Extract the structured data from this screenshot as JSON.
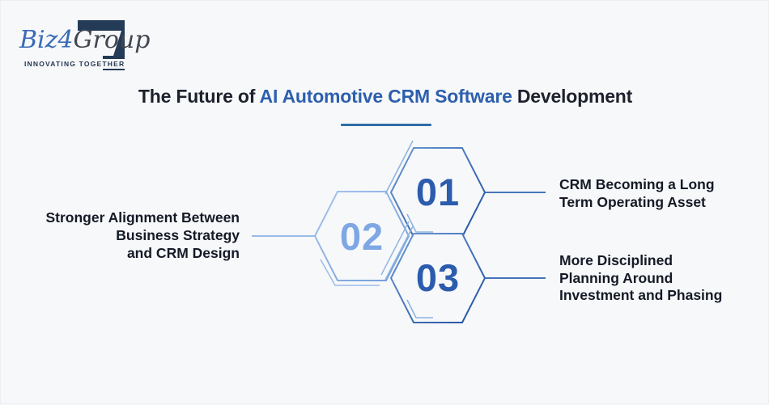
{
  "logo": {
    "brand": {
      "part1": "Biz",
      "part2": "4",
      "part3": "Group"
    },
    "tagline": "INNOVATING TOGETHER",
    "colors": {
      "navy": "#243b58",
      "blue": "#3a6bb5",
      "gray": "#41464f"
    }
  },
  "header": {
    "title_prefix": "The Future of ",
    "title_highlight": "AI Automotive CRM Software",
    "title_suffix": " Development",
    "colors": {
      "dark": "#1d212d",
      "highlight": "#2d5fad",
      "underline": "#2e6da4"
    }
  },
  "diagram": {
    "background": "#f7f8fa",
    "nodes": [
      {
        "number": "01",
        "tone": "dark",
        "side": "right",
        "label_lines": [
          "CRM Becoming a Long",
          "Term Operating Asset"
        ]
      },
      {
        "number": "02",
        "tone": "light",
        "side": "left",
        "label_lines": [
          "Stronger Alignment Between",
          "Business Strategy",
          "and CRM Design"
        ]
      },
      {
        "number": "03",
        "tone": "dark",
        "side": "right",
        "label_lines": [
          "More Disciplined",
          "Planning Around",
          "Investment and Phasing"
        ]
      }
    ],
    "colors": {
      "hex_dark_stroke": "#2f62ae",
      "hex_light_stroke": "#85abe3",
      "echo_line": "#8fb3e2",
      "number_dark": "#2b5cad",
      "number_light": "#7ea7e4",
      "connector_dark": "#2f62ae",
      "connector_light": "#8ab3e6",
      "label_text": "#141a26"
    }
  }
}
